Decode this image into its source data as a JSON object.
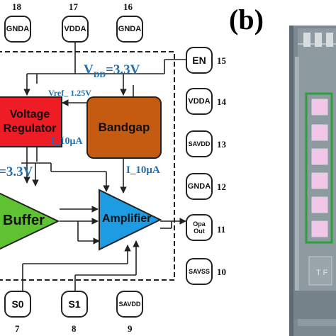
{
  "panel_label": "(b)",
  "top_pins": [
    {
      "label": "GNDA",
      "number": "18"
    },
    {
      "label": "VDDA",
      "number": "17"
    },
    {
      "label": "GNDA",
      "number": "16"
    }
  ],
  "right_pins": [
    {
      "label": "EN",
      "number": "15"
    },
    {
      "label": "VDDA",
      "number": "14"
    },
    {
      "label": "SAVDD",
      "number": "13"
    },
    {
      "label": "GNDA",
      "number": "12"
    },
    {
      "label": "Opa\nOut",
      "number": "11"
    },
    {
      "label": "SAVSS",
      "number": "10"
    }
  ],
  "bottom_pins": [
    {
      "label": "S0",
      "number": "7"
    },
    {
      "label": "S1",
      "number": "8"
    },
    {
      "label": "SAVDD",
      "number": "9"
    }
  ],
  "blocks": {
    "voltage_regulator": "Voltage\nRegulator",
    "bandgap": "Bandgap",
    "buffer": "Buffer",
    "amplifier": "Amplifier"
  },
  "annotations": {
    "vdd": "V",
    "vdd_sub": "DD",
    "vdd_value": "=3.3V",
    "vref": "Vref_ 1.25V",
    "i_reg": "I_10μA",
    "i_bg": "I_10μA",
    "v_left": "=3.3V"
  },
  "colors": {
    "regulator": "#ee1c24",
    "bandgap": "#c55a11",
    "buffer": "#5fc233",
    "amplifier": "#1d9be3",
    "annotation": "#1f6fb2",
    "die_highlight": "#2e9e3e"
  }
}
